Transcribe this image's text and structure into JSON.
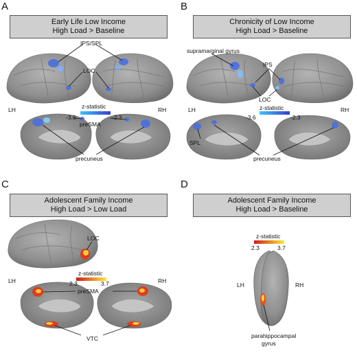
{
  "panels": [
    {
      "letter": "A",
      "title1": "Early Life Low Income",
      "title2": "High Load > Baseline",
      "labels": {
        "ips": "IPS/SPL",
        "loc": "LOC",
        "presma": "preSMA",
        "precuneus": "precuneus"
      },
      "lh": "LH",
      "rh": "RH",
      "cbar_title": "z-statistic",
      "tick_low": "-3.6",
      "tick_high": "-2.3",
      "cbar_colors": [
        "#3fc3ff",
        "#3a3fc9"
      ]
    },
    {
      "letter": "B",
      "title1": "Chronicity of Low Income",
      "title2": "High Load > Baseline",
      "labels": {
        "smg": "supramarginal gyrus",
        "ips": "IPS",
        "loc": "LOC",
        "spl": "SPL",
        "precuneus": "precuneus"
      },
      "lh": "LH",
      "rh": "RH",
      "cbar_title": "z-statistic",
      "tick_low": "-3.6",
      "tick_high": "-2.3",
      "cbar_colors": [
        "#3fc3ff",
        "#3a3fc9"
      ]
    },
    {
      "letter": "C",
      "title1": "Adolescent Family Income",
      "title2": "High Load > Low Load",
      "labels": {
        "loc": "LOC",
        "presma": "preSMA",
        "vtc": "VTC"
      },
      "lh": "LH",
      "rh": "RH",
      "cbar_title": "z-statistic",
      "tick_low": "2.3",
      "tick_high": "3.7",
      "cbar_colors": [
        "#cc1b1b",
        "#ffe933"
      ]
    },
    {
      "letter": "D",
      "title1": "Adolescent Family Income",
      "title2": "High Load > Baseline",
      "labels": {
        "php1": "parahippocampal",
        "php2": "gyrus"
      },
      "lh": "LH",
      "rh": "RH",
      "cbar_title": "z-statistic",
      "tick_low": "2.3",
      "tick_high": "3.7",
      "cbar_colors": [
        "#cc1b1b",
        "#ffe933"
      ]
    }
  ]
}
